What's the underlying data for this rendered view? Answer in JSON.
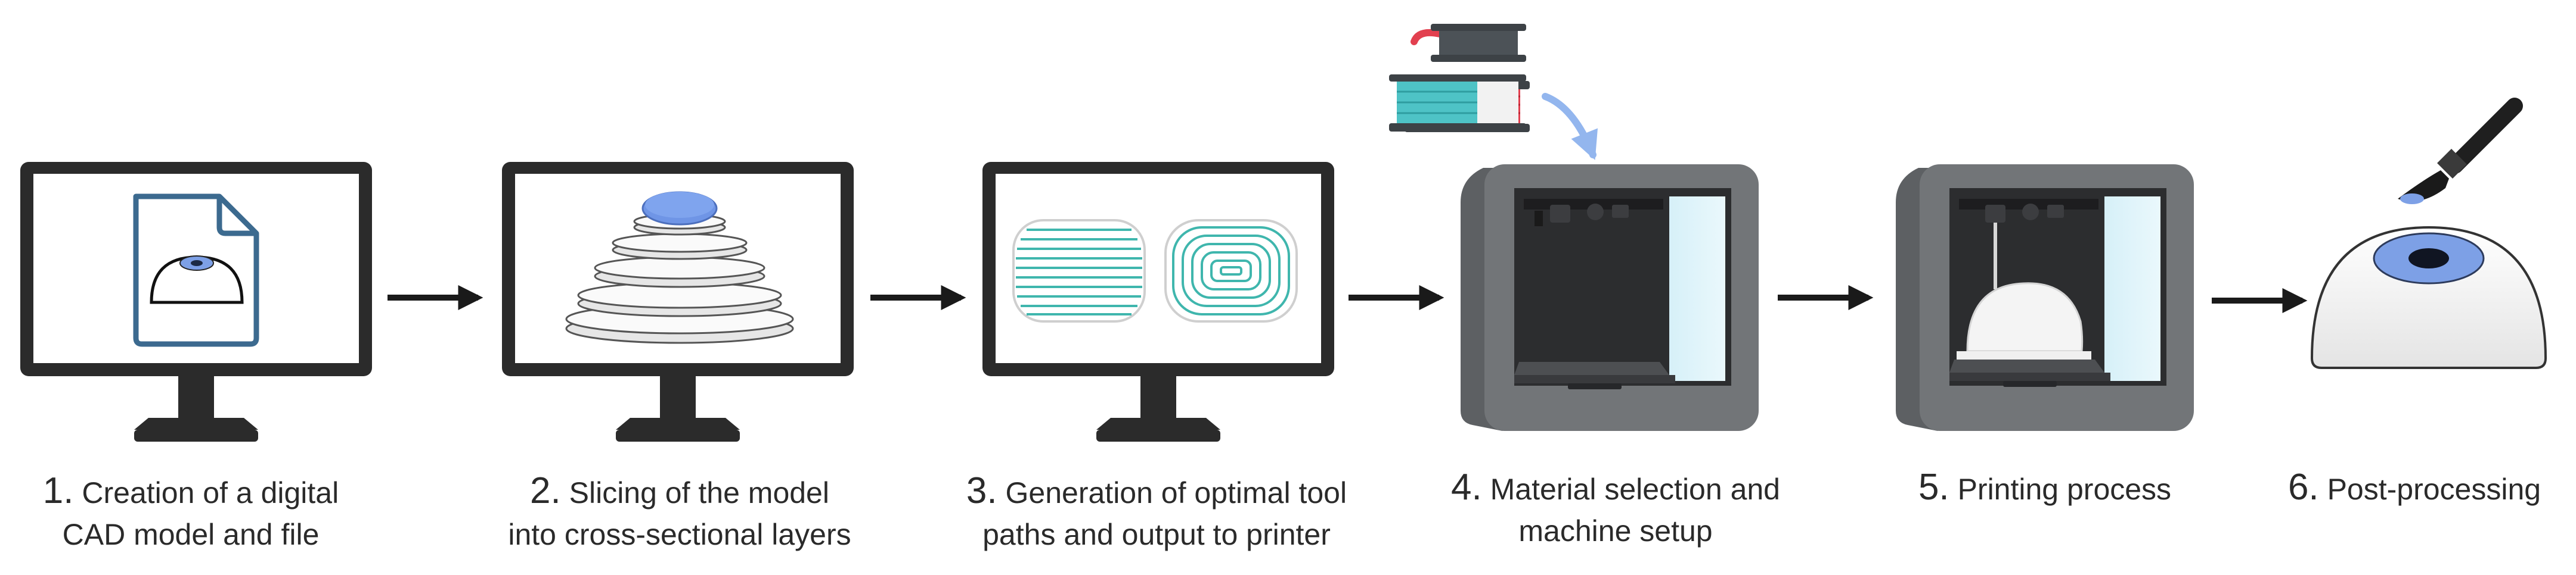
{
  "steps": [
    {
      "number": "1.",
      "line1": "Creation of a digital",
      "line2": "CAD model and file"
    },
    {
      "number": "2.",
      "line1": "Slicing of the model",
      "line2": "into cross-sectional layers"
    },
    {
      "number": "3.",
      "line1": "Generation of optimal tool",
      "line2": "paths and output to printer"
    },
    {
      "number": "4.",
      "line1": "Material selection and",
      "line2": "machine setup"
    },
    {
      "number": "5.",
      "line1": "Printing process",
      "line2": ""
    },
    {
      "number": "6.",
      "line1": "Post-processing",
      "line2": ""
    }
  ],
  "colors": {
    "monitor_frame": "#2b2b2b",
    "accent_blue": "#7da0e6",
    "icon_outline": "#3c6a8f",
    "toolpath_teal": "#3fb6ad",
    "printer_gray": "#727578",
    "filament_red": "#e2404f",
    "filament_teal": "#4ec3c6",
    "arrow": "#1a1a1a"
  }
}
